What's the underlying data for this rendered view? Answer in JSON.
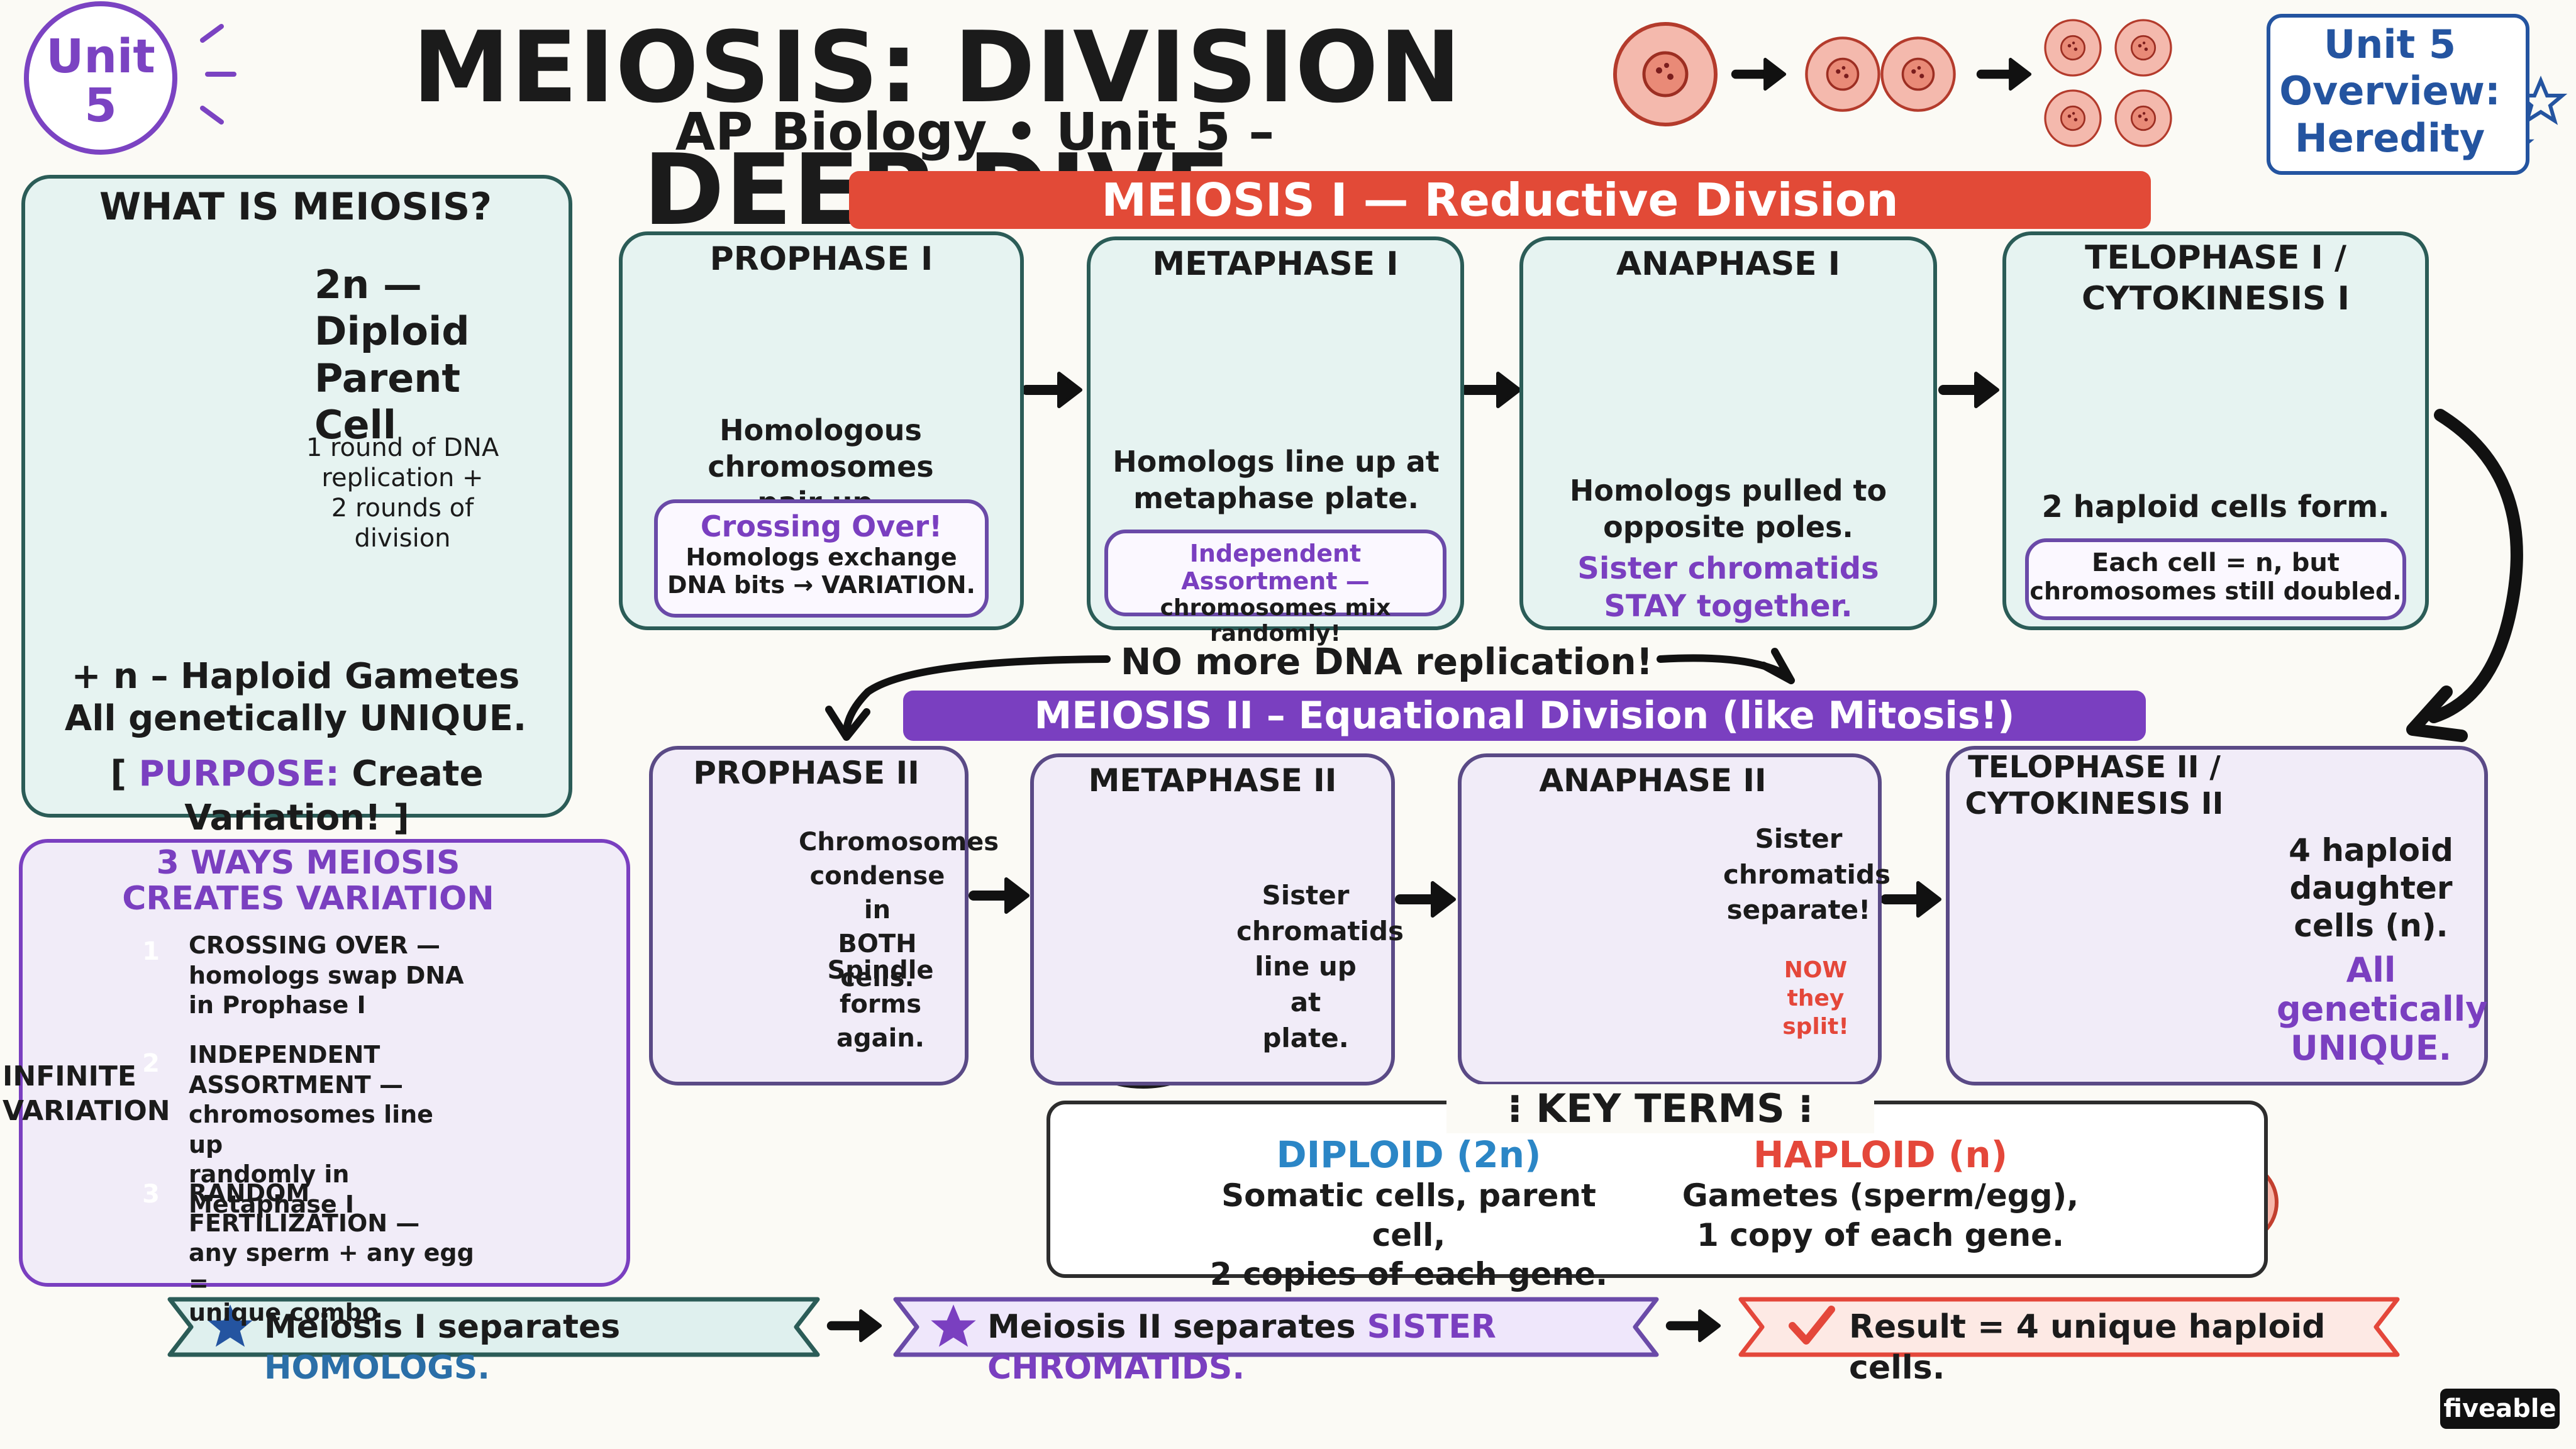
{
  "header": {
    "unit_badge": [
      "Unit",
      "5"
    ],
    "title": "MEIOSIS: DIVISION DEEP DIVE",
    "subtitle": "AP Biology • Unit 5 – Heredity",
    "overview": [
      "Unit 5",
      "Overview:",
      "Heredity"
    ]
  },
  "what_is": {
    "title": "WHAT IS MEIOSIS?",
    "parent": [
      "2n —",
      "Diploid",
      "Parent Cell"
    ],
    "process": [
      "1 round of DNA",
      "replication +",
      "2 rounds of",
      "division"
    ],
    "gametes": [
      "+ n – Haploid Gametes",
      "All genetically UNIQUE."
    ],
    "purpose_label": "PURPOSE:",
    "purpose_text": "Create Variation!"
  },
  "meiosis1": {
    "banner": "MEIOSIS I — Reductive Division",
    "prophase": {
      "title": "PROPHASE I",
      "caption": [
        "Homologous chromosomes",
        "pair up."
      ],
      "note_title": "Crossing Over!",
      "note": [
        "Homologs exchange",
        "DNA bits → VARIATION."
      ]
    },
    "metaphase": {
      "title": "METAPHASE I",
      "caption": [
        "Homologs line up at",
        "metaphase plate."
      ],
      "note": [
        "Independent Assortment —",
        "chromosomes mix randomly!"
      ]
    },
    "anaphase": {
      "title": "ANAPHASE I",
      "caption": [
        "Homologs pulled to",
        "opposite poles."
      ],
      "note": [
        "Sister chromatids",
        "STAY together."
      ]
    },
    "telophase": {
      "title": [
        "TELOPHASE I /",
        "CYTOKINESIS I"
      ],
      "caption": "2 haploid cells form.",
      "note": [
        "Each cell = n, but",
        "chromosomes still doubled."
      ]
    }
  },
  "no_replication": "NO more DNA replication!",
  "meiosis2": {
    "banner": "MEIOSIS II – Equational Division (like Mitosis!)",
    "prophase": {
      "title": "PROPHASE II",
      "text1": [
        "Chromosomes",
        "condense in",
        "BOTH cells."
      ],
      "text2": [
        "Spindle",
        "forms",
        "again."
      ]
    },
    "metaphase": {
      "title": "METAPHASE II",
      "text": [
        "Sister",
        "chromatids",
        "line up at",
        "plate."
      ]
    },
    "anaphase": {
      "title": "ANAPHASE II",
      "text": [
        "Sister",
        "chromatids",
        "separate!"
      ],
      "badge": [
        "NOW",
        "they",
        "split!"
      ]
    },
    "telophase": {
      "title": [
        "TELOPHASE II /",
        "CYTOKINESIS II"
      ],
      "text": [
        "4 haploid",
        "daughter",
        "cells (n)."
      ],
      "unique": [
        "All",
        "genetically",
        "UNIQUE."
      ]
    }
  },
  "ways": {
    "title": [
      "3 WAYS MEIOSIS",
      "CREATES VARIATION"
    ],
    "side": [
      "INFINITE",
      "VARIATION"
    ],
    "items": [
      {
        "num": "1",
        "lines": [
          "CROSSING OVER —",
          "homologs swap DNA",
          "in Prophase I"
        ]
      },
      {
        "num": "2",
        "lines": [
          "INDEPENDENT",
          "ASSORTMENT —",
          "chromosomes line up",
          "randomly in Metaphase I"
        ]
      },
      {
        "num": "3",
        "lines": [
          "RANDOM FERTILIZATION —",
          "any sperm + any egg =",
          "unique combo"
        ]
      }
    ]
  },
  "key_terms": {
    "title": "KEY TERMS",
    "diploid_title": "DIPLOID (2n)",
    "diploid_text": [
      "Somatic cells, parent cell,",
      "2 copies of each gene."
    ],
    "haploid_title": "HAPLOID (n)",
    "haploid_text": [
      "Gametes (sperm/egg),",
      "1 copy of each gene."
    ]
  },
  "summary": {
    "s1_pre": "Meiosis I separates ",
    "s1_hl": "HOMOLOGS.",
    "s2_pre": "Meiosis II separates ",
    "s2_hl": "SISTER CHROMATIDS.",
    "s3": "Result = 4 unique haploid cells."
  },
  "brand": "fiveable",
  "colors": {
    "blue": "#2b86c6",
    "red": "#e4473a",
    "purple": "#7a3fc0",
    "teal_bg": "#e6f3f1",
    "lavender_bg": "#f1ecf8"
  }
}
